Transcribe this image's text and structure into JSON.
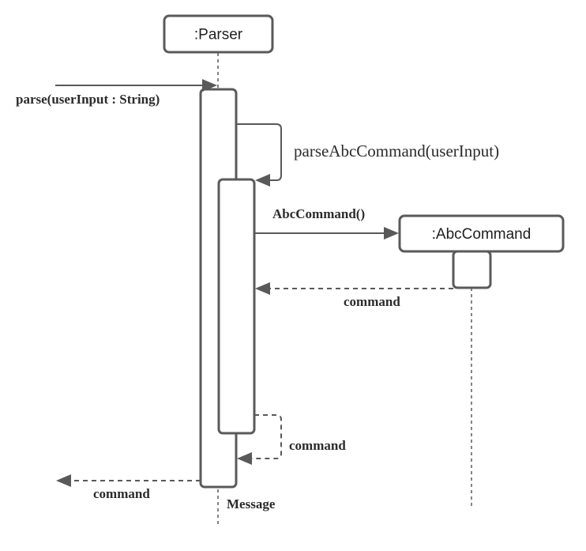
{
  "diagram": {
    "participants": [
      {
        "id": "parser",
        "label": ":Parser"
      },
      {
        "id": "abc",
        "label": ":AbcCommand"
      }
    ],
    "messages": [
      {
        "id": "parse",
        "label": "parse(userInput : String)",
        "type": "call"
      },
      {
        "id": "self_call",
        "label": "parseAbcCommand(userInput)",
        "type": "self-call"
      },
      {
        "id": "create",
        "label": "AbcCommand()",
        "type": "create"
      },
      {
        "id": "ret_abc",
        "label": "command",
        "type": "return"
      },
      {
        "id": "ret_self",
        "label": "command",
        "type": "return"
      },
      {
        "id": "ret_out",
        "label": "command",
        "type": "return"
      }
    ],
    "footer_label": "Message",
    "colors": {
      "stroke": "#5a5a5a",
      "arrow": "#595959",
      "text": "#2b2b2b",
      "background": "#ffffff"
    }
  }
}
